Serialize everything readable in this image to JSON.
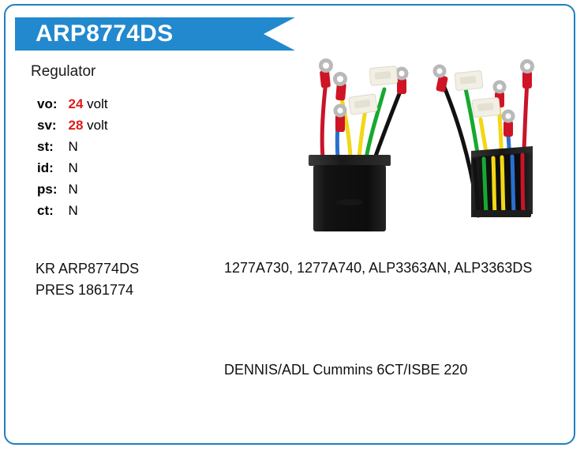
{
  "card": {
    "border_color": "#1f80bf",
    "background": "#ffffff"
  },
  "banner": {
    "title": "ARP8774DS",
    "color": "#2289ce",
    "text_color": "#ffffff"
  },
  "product": {
    "subtitle": "Regulator"
  },
  "specs": {
    "value_highlight_color": "#e01b1b",
    "rows": [
      {
        "label": "vo:",
        "value": "24",
        "unit": "volt",
        "highlight": true
      },
      {
        "label": "sv:",
        "value": "28",
        "unit": "volt",
        "highlight": true
      },
      {
        "label": "st:",
        "value": "N",
        "unit": "",
        "highlight": false
      },
      {
        "label": "id:",
        "value": "N",
        "unit": "",
        "highlight": false
      },
      {
        "label": "ps:",
        "value": "N",
        "unit": "",
        "highlight": false
      },
      {
        "label": "ct:",
        "value": "N",
        "unit": "",
        "highlight": false
      }
    ]
  },
  "codes": {
    "line1": "KR ARP8774DS",
    "line2": "PRES 1861774"
  },
  "cross_reference": {
    "text": "1277A730, 1277A740, ALP3363AN, ALP3363DS"
  },
  "application": {
    "text": "DENNIS/ADL Cummins 6CT/ISBE 220"
  },
  "photos": {
    "left": {
      "name": "regulator-front-view",
      "body_color": "#151515",
      "wire_colors": [
        "#c9142a",
        "#2a6fd0",
        "#f2d716",
        "#17a830",
        "#111111"
      ],
      "terminal_color": "#cf1425",
      "ring_color": "#b9b9b9",
      "connector_color": "#f2efe4"
    },
    "right": {
      "name": "regulator-angled-view",
      "body_color": "#151515",
      "wire_colors": [
        "#111111",
        "#17a830",
        "#f2d716",
        "#f2d716",
        "#2a6fd0",
        "#c9142a"
      ],
      "terminal_color": "#cf1425",
      "ring_color": "#b9b9b9",
      "connector_color": "#f2efe4"
    }
  }
}
